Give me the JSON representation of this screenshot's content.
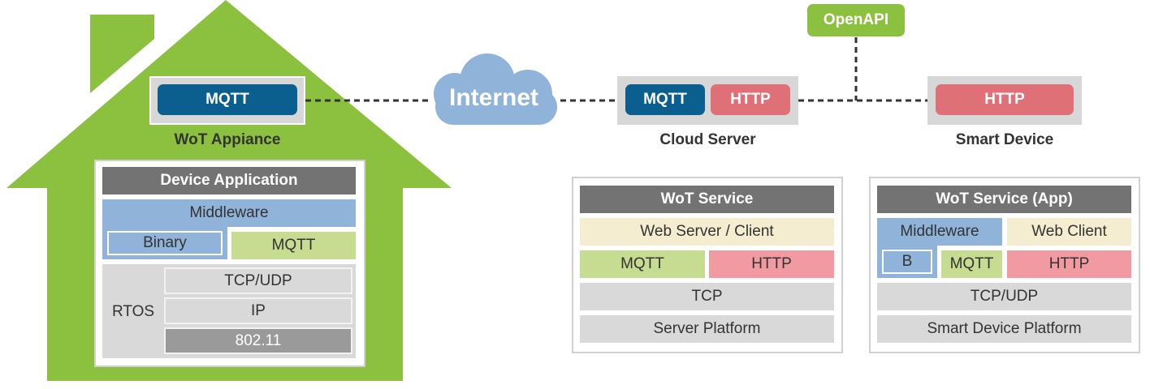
{
  "colors": {
    "house_green": "#8cc03f",
    "mqtt_blue": "#0b5f8e",
    "http_pink": "#e07078",
    "openapi_green": "#8cc03f",
    "cloud_blue": "#8fb3d9",
    "layer_header": "#737373",
    "layer_blue": "#8fb3d9",
    "layer_green": "#c6dc90",
    "layer_pink": "#f29aa1",
    "layer_cream": "#f4edd0",
    "layer_gray": "#d9d9d9"
  },
  "appliance": {
    "mqtt": "MQTT",
    "caption": "WoT Appiance",
    "stack": {
      "header": "Device Application",
      "middleware": "Middleware",
      "binary": "Binary",
      "mqtt": "MQTT",
      "rtos": "RTOS",
      "tcpudp": "TCP/UDP",
      "ip": "IP",
      "wifi": "802.11"
    }
  },
  "internet": {
    "label": "Internet",
    "icon": "cloud-icon"
  },
  "openapi": {
    "label": "OpenAPI"
  },
  "cloud_server": {
    "mqtt": "MQTT",
    "http": "HTTP",
    "caption": "Cloud Server",
    "stack": {
      "header": "WoT Service",
      "web": "Web Server / Client",
      "mqtt": "MQTT",
      "http": "HTTP",
      "tcp": "TCP",
      "platform": "Server Platform"
    }
  },
  "smart_device": {
    "http": "HTTP",
    "caption": "Smart Device",
    "stack": {
      "header": "WoT Service (App)",
      "middleware": "Middleware",
      "web_client": "Web Client",
      "b": "B",
      "mqtt": "MQTT",
      "http": "HTTP",
      "tcpudp": "TCP/UDP",
      "platform": "Smart Device Platform"
    }
  }
}
